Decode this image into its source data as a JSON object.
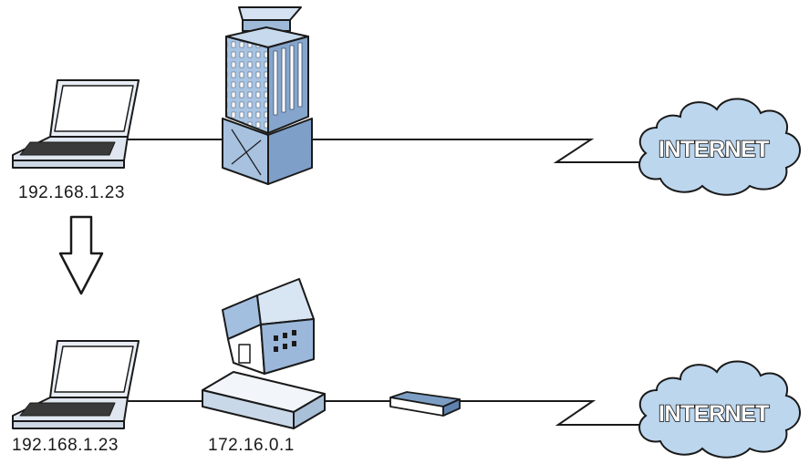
{
  "top_row": {
    "laptop_ip": "192.168.1.23",
    "cloud_label": "INTERNET"
  },
  "bottom_row": {
    "laptop_ip": "192.168.1.23",
    "router_ip": "172.16.0.1",
    "cloud_label": "INTERNET"
  },
  "colors": {
    "device_blue": "#b8d0e8",
    "device_blue_dark": "#7d9ec4",
    "cloud_blue": "#bcd6ee",
    "outline": "#1a1a1a"
  }
}
